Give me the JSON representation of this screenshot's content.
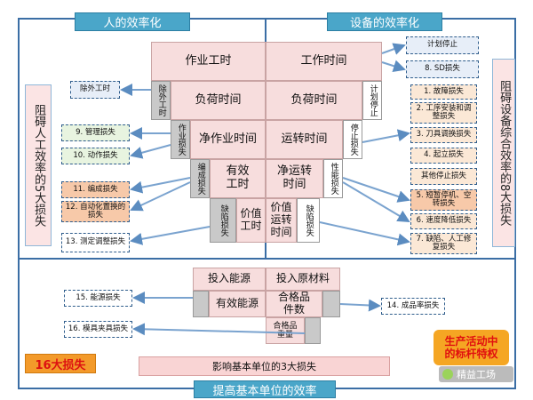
{
  "headers": {
    "human": "人的效率化",
    "equipment": "设备的效率化",
    "bottom": "提高基本单位的效率"
  },
  "center": {
    "work_time": "作业工时",
    "operating_time": "工作时间",
    "load_time_left": "负荷时间",
    "load_time_right": "负荷时间",
    "net_work_time": "净作业时间",
    "run_time": "运转时间",
    "effective_time": "有效\n工时",
    "net_run_time": "净运转\n时间",
    "value_time_left": "价值\n工时",
    "value_time_right": "价值\n运转\n时间"
  },
  "vlabels": {
    "exclude_time": "除外工时",
    "work_loss": "作业损失",
    "scheduled_stop": "计划停止",
    "stop_loss": "停止损失",
    "org_loss": "编成损失",
    "perf_loss": "性能损失",
    "defect_loss_left": "缺陷损失",
    "defect_loss_right": "缺陷损失"
  },
  "left_losses": {
    "exclude_work": "除外工时",
    "l9": "9. 管理损失",
    "l10": "10. 动作损失",
    "l11": "11. 编成损失",
    "l12": "12. 自动化置换的损失",
    "l13": "13. 测定调整损失"
  },
  "right_losses": {
    "plan_stop": "计划停止",
    "l8": "8. SD损失",
    "l1": "1. 故障损失",
    "l2": "2. 工序安装和调整损失",
    "l3": "3. 刀具调换损失",
    "l4": "4. 起立损失",
    "other_stop": "其他停止损失",
    "l5": "5. 短暂停机、空转损失",
    "l6": "6. 速度降低损失",
    "l7": "7. 缺陷、人工修复损失"
  },
  "side_text": {
    "left": "阻碍人工效率的5大损失",
    "right": "阻碍设备综合效率的8大损失"
  },
  "bottom": {
    "input_energy": "投入能源",
    "input_material": "投入原材料",
    "effective_energy": "有效能源",
    "good_count": "合格品\n件数",
    "good_weight": "合格品\n重量",
    "l15": "15. 能源损失",
    "l16": "16. 模具夹具损失",
    "l14": "14. 成品率损失",
    "three_losses": "影响基本单位的3大损失",
    "sixteen": "16大损失",
    "production_badge": "生产活动中\n的标杆特权",
    "watermark": "精益工场"
  }
}
